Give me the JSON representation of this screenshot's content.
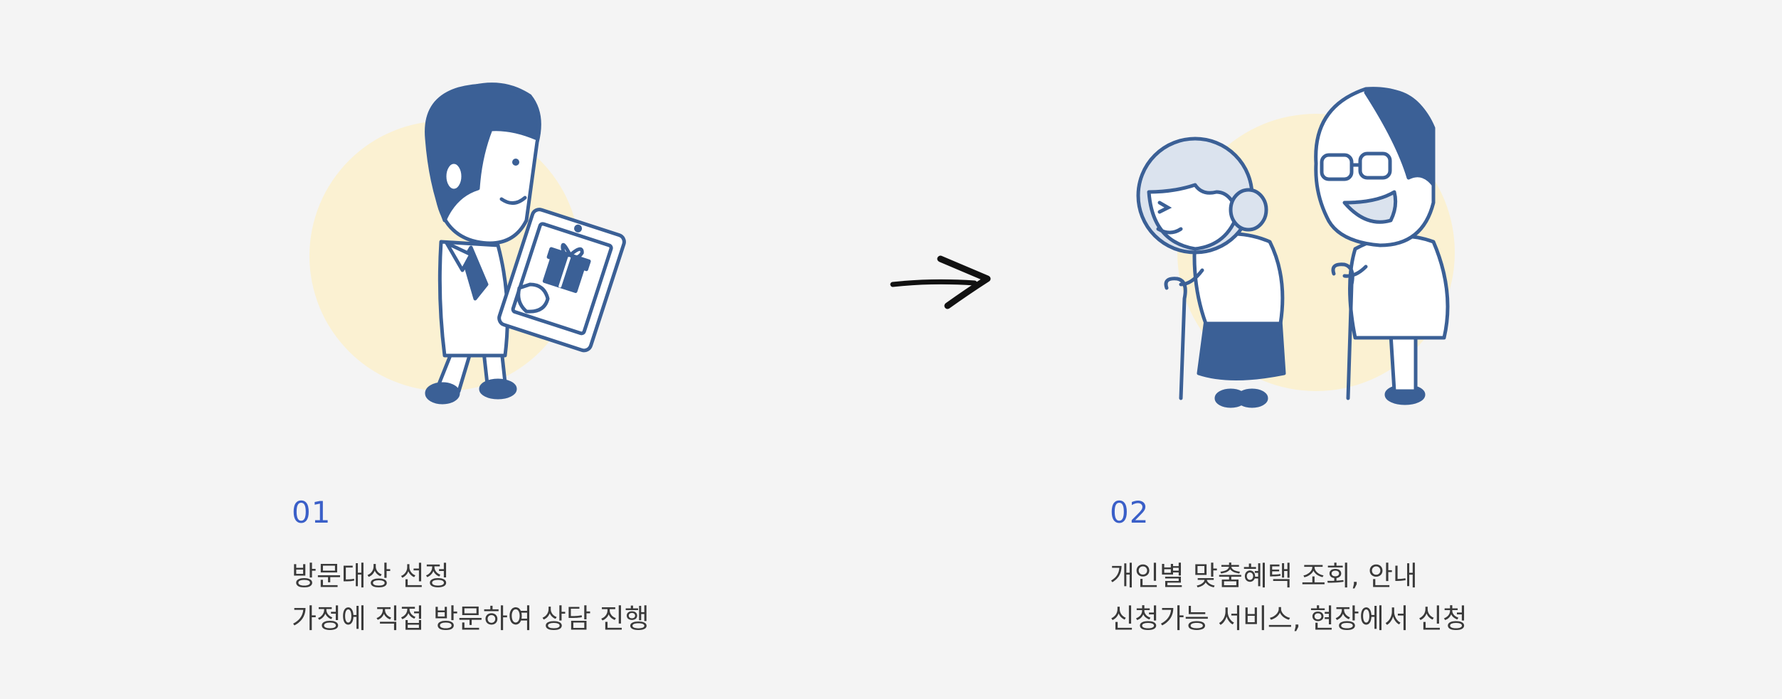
{
  "steps": [
    {
      "number": "01",
      "line1": "방문대상 선정",
      "line2": "가정에 직접 방문하여 상담 진행",
      "illustration": "visitor-with-tablet-gift"
    },
    {
      "number": "02",
      "line1": "개인별 맞춤혜택 조회, 안내",
      "line2": "신청가능 서비스, 현장에서 신청",
      "illustration": "elderly-couple-with-canes"
    }
  ],
  "arrow": "arrow-right-icon",
  "colors": {
    "background": "#f4f4f4",
    "accent": "#3a5fc8",
    "text": "#3a3a3a",
    "circle": "#fbf1d2",
    "figure_blue": "#3b6096",
    "figure_light": "#dbe3ee"
  }
}
